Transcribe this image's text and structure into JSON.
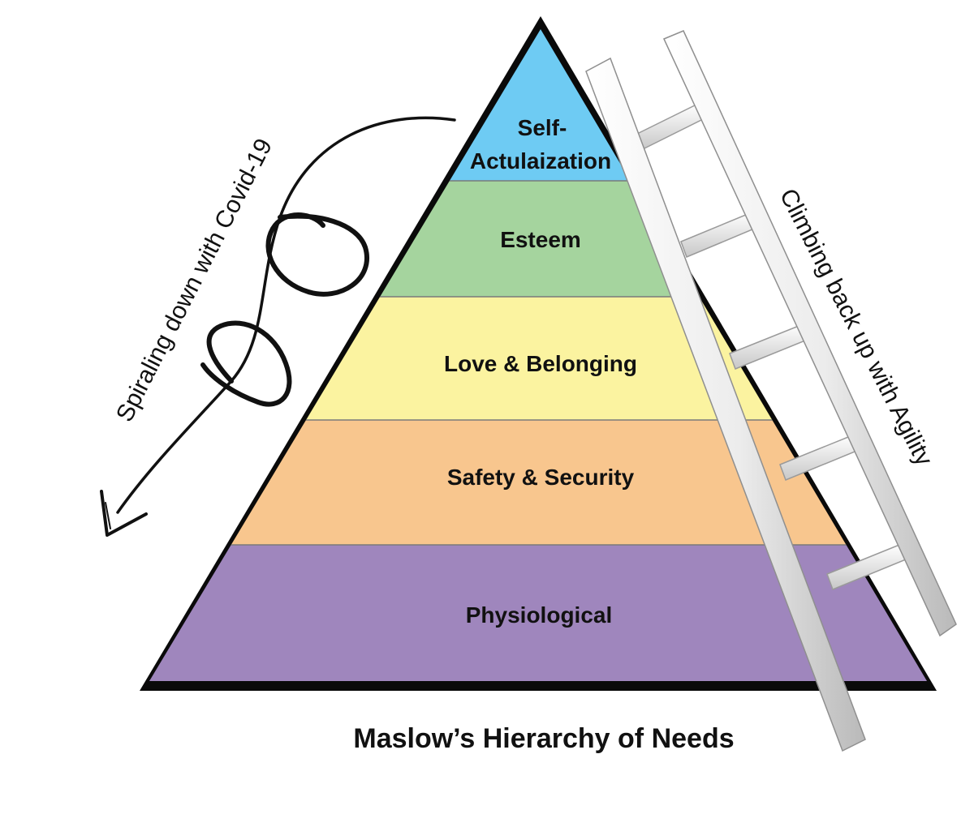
{
  "diagram": {
    "title": "Maslow’s Hierarchy of Needs",
    "left_caption": "Spiraling down with Covid-19",
    "right_caption": "Climbing back up with Agility",
    "tiers": [
      {
        "label_line1": "Self-",
        "label_line2": "Actulaization",
        "color": "#6ECBF3"
      },
      {
        "label": "Esteem",
        "color": "#A5D49E"
      },
      {
        "label": "Love & Belonging",
        "color": "#FBF3A0"
      },
      {
        "label": "Safety & Security",
        "color": "#F8C68E"
      },
      {
        "label": "Physiological",
        "color": "#9F86BD"
      }
    ],
    "outline_color": "#0a0a0a",
    "ladder_color": "#e9e9e9"
  }
}
